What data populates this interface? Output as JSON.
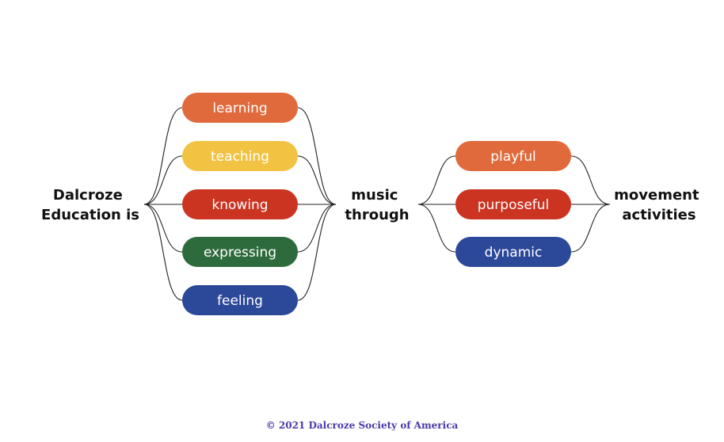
{
  "nodes": {
    "start": [
      "Dalcroze",
      "Education is"
    ],
    "middle": [
      "music",
      "through"
    ],
    "end": [
      "movement",
      "activities"
    ]
  },
  "group1": [
    {
      "label": "learning",
      "color": "#e06a3c"
    },
    {
      "label": "teaching",
      "color": "#f2c342"
    },
    {
      "label": "knowing",
      "color": "#cc3422"
    },
    {
      "label": "expressing",
      "color": "#2e6b3c"
    },
    {
      "label": "feeling",
      "color": "#2c4899"
    }
  ],
  "group2": [
    {
      "label": "playful",
      "color": "#e06a3c"
    },
    {
      "label": "purposeful",
      "color": "#cc3422"
    },
    {
      "label": "dynamic",
      "color": "#2c4899"
    }
  ],
  "footer": "© 2021 Dalcroze Society of America"
}
